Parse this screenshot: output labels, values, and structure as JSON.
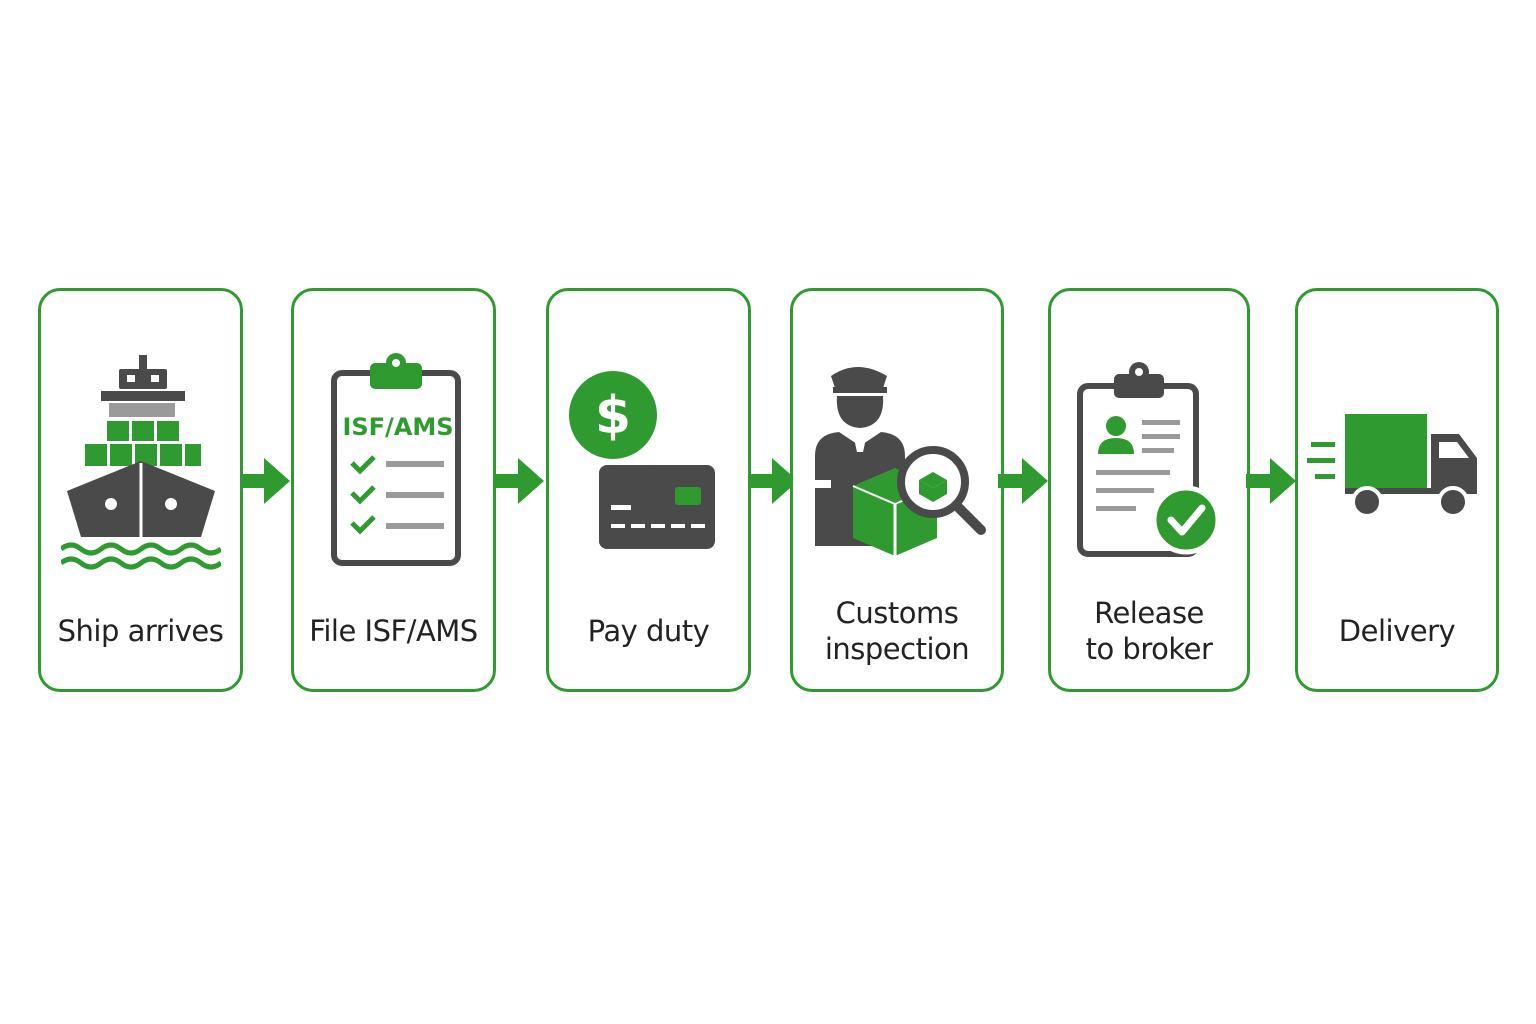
{
  "colors": {
    "accent": "#2f9a2f",
    "icon_dark": "#4a4a4a",
    "icon_light": "#9a9a9a",
    "text": "#222222"
  },
  "steps": [
    {
      "icon": "cargo-ship-icon",
      "label_line1": "Ship arrives",
      "label_line2": ""
    },
    {
      "icon": "clipboard-checklist-icon",
      "icon_text": "ISF/AMS",
      "label_line1": "File ISF/AMS",
      "label_line2": ""
    },
    {
      "icon": "dollar-credit-card-icon",
      "label_line1": "Pay duty",
      "label_line2": ""
    },
    {
      "icon": "customs-officer-inspection-icon",
      "label_line1": "Customs",
      "label_line2": "inspection"
    },
    {
      "icon": "clipboard-approved-icon",
      "label_line1": "Release",
      "label_line2": "to broker"
    },
    {
      "icon": "delivery-truck-icon",
      "label_line1": "Delivery",
      "label_line2": ""
    }
  ]
}
